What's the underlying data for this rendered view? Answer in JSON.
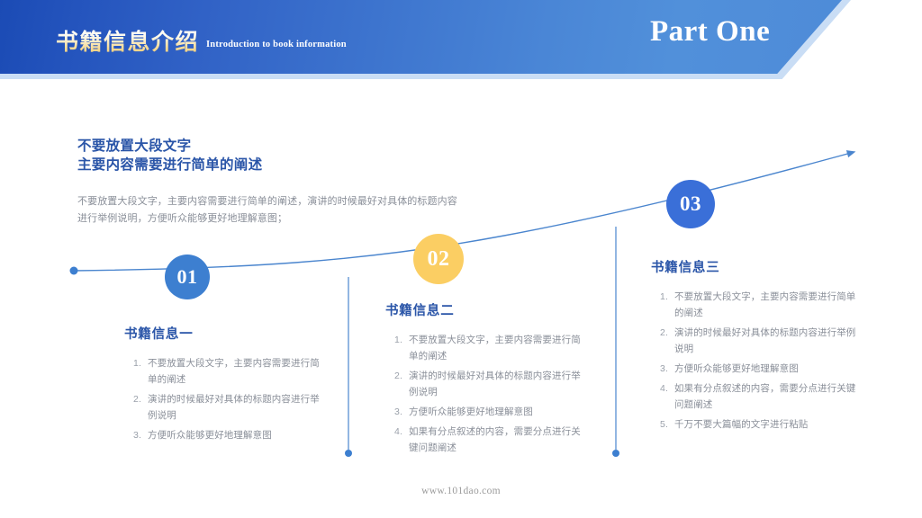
{
  "header": {
    "title_cn": "书籍信息介绍",
    "title_en": "Introduction to book information",
    "part_label": "Part One",
    "colors": {
      "gradient_start": "#1a4ab4",
      "gradient_end": "#4e8bd8",
      "shadow": "#c9ddf5",
      "title_gold": "#e9c46a"
    }
  },
  "intro": {
    "heading_line1": "不要放置大段文字",
    "heading_line2": "主要内容需要进行简单的阐述",
    "paragraph": "不要放置大段文字，主要内容需要进行简单的阐述，演讲的时候最好对具体的标题内容进行举例说明，方便听众能够更好地理解意图；"
  },
  "markers": [
    {
      "number": "01",
      "color": "#3d7fd0"
    },
    {
      "number": "02",
      "color": "#fbce63"
    },
    {
      "number": "03",
      "color": "#3a6fd8"
    }
  ],
  "columns": [
    {
      "title": "书籍信息一",
      "items": [
        "不要放置大段文字，主要内容需要进行简单的阐述",
        "演讲的时候最好对具体的标题内容进行举例说明",
        "方便听众能够更好地理解意图"
      ]
    },
    {
      "title": "书籍信息二",
      "items": [
        "不要放置大段文字，主要内容需要进行简单的阐述",
        "演讲的时候最好对具体的标题内容进行举例说明",
        "方便听众能够更好地理解意图",
        "如果有分点叙述的内容，需要分点进行关键问题阐述"
      ]
    },
    {
      "title": "书籍信息三",
      "items": [
        "不要放置大段文字，主要内容需要进行简单的阐述",
        "演讲的时候最好对具体的标题内容进行举例说明",
        "方便听众能够更好地理解意图",
        "如果有分点叙述的内容，需要分点进行关键问题阐述",
        "千万不要大篇幅的文字进行粘贴"
      ]
    }
  ],
  "decoration": {
    "line_color": "#4a85ce",
    "dot_color": "#3d7fd0"
  },
  "footer": {
    "url": "www.101dao.com"
  }
}
